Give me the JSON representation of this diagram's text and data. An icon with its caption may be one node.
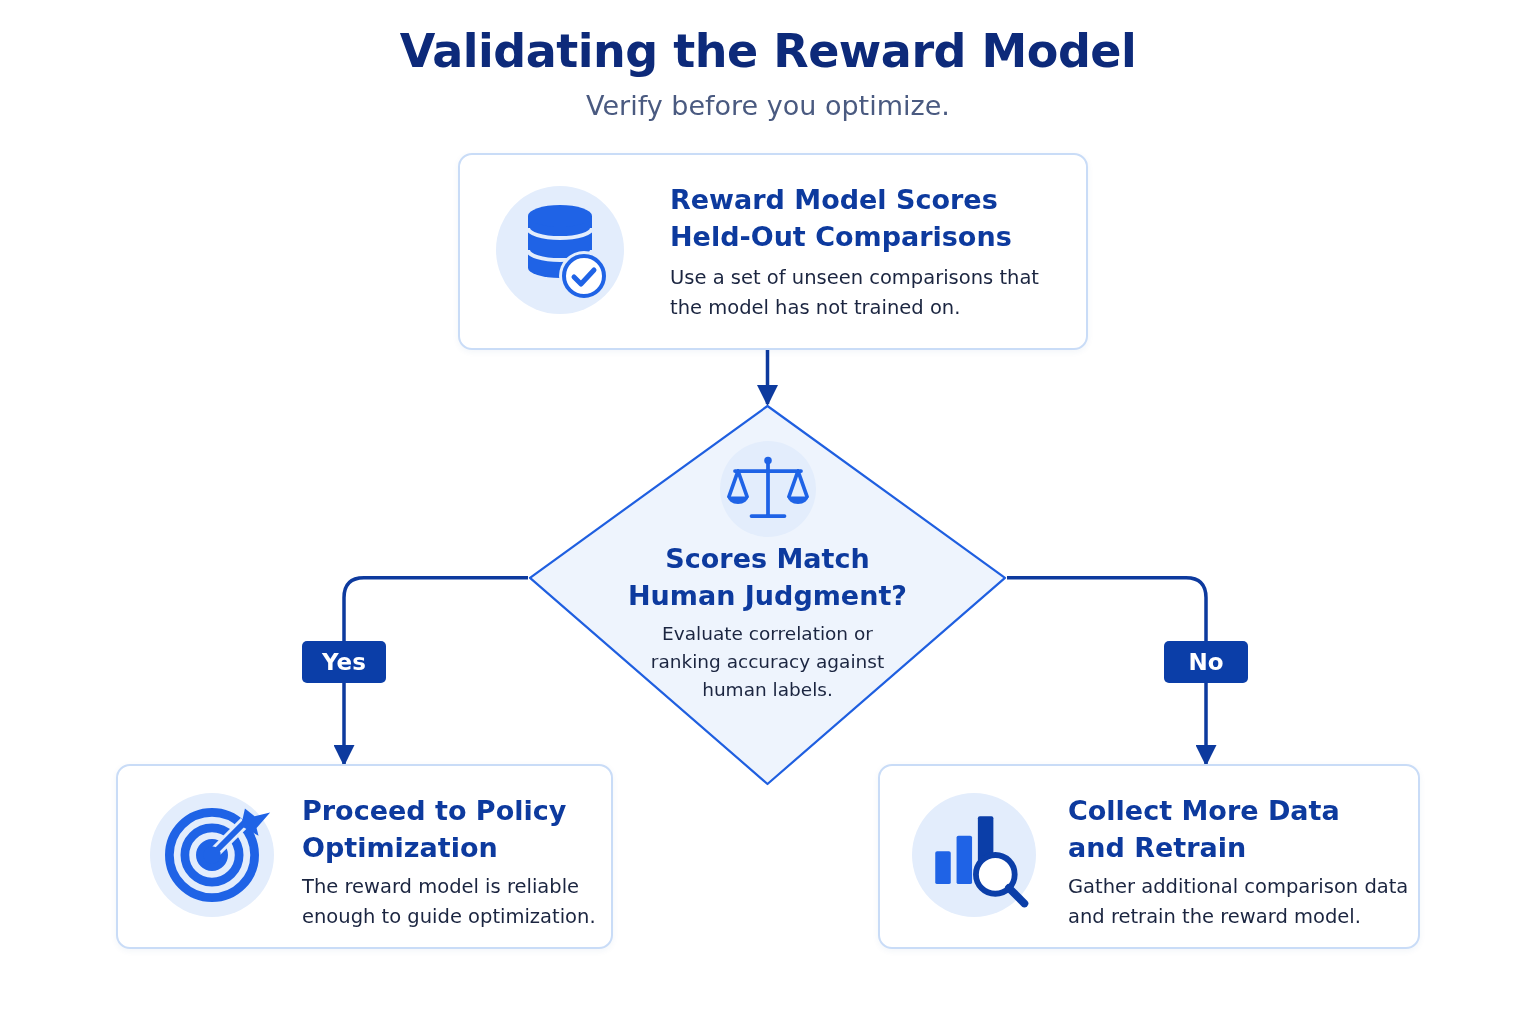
{
  "diagram": {
    "title": "Validating the Reward Model",
    "caption": "Verify before you optimize.",
    "nodes": [
      {
        "text": [
          "Reward Model Scores Held-Out Comparisons",
          "Use a set of unseen comparisons that the model has not trained on."
        ]
      },
      {
        "text": [
          "Scores Match Human Judgment?",
          "Evaluate correlation or ranking accuracy against human labels."
        ]
      },
      {
        "text": [
          "Proceed to Policy Optimization",
          "The reward model is reliable enough to guide optimization."
        ]
      },
      {
        "text": [
          "Collect More Data and Retrain",
          "Gather additional comparison data and retrain the reward model."
        ]
      }
    ],
    "edges": [
      {
        "from": 0,
        "to": 1,
        "arrow": "to"
      },
      {
        "from": 1,
        "to": 2,
        "arrow": "to",
        "label": "Yes"
      },
      {
        "from": 1,
        "to": 3,
        "arrow": "to",
        "label": "No"
      }
    ]
  }
}
